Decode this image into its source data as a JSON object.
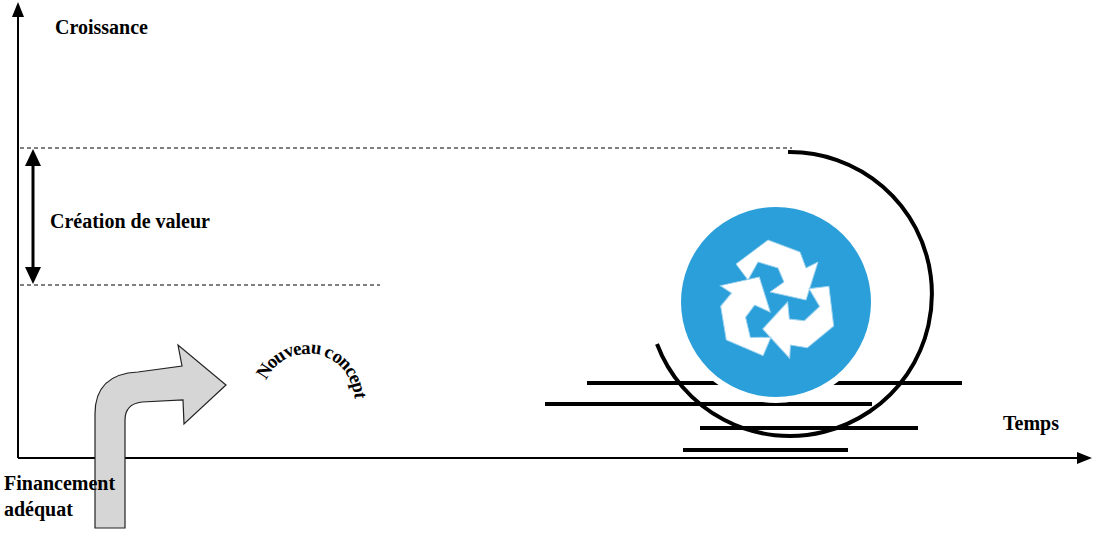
{
  "diagram": {
    "labels": [
      "Croissance",
      "Création de valeur",
      "Nouveau concept",
      "Temps",
      "Financement adéquat"
    ]
  }
}
